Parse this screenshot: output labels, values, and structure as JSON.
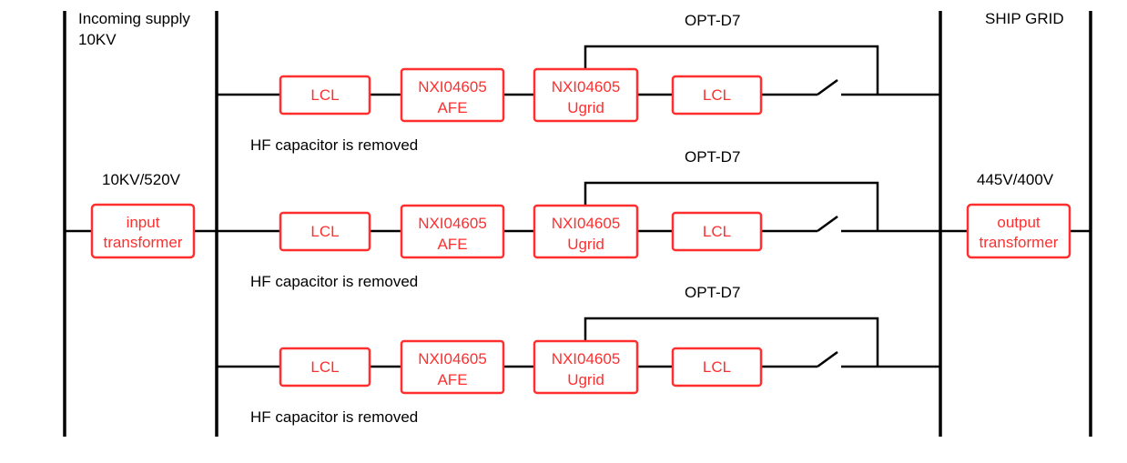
{
  "labels": {
    "incoming_line1": "Incoming supply",
    "incoming_line2": "10KV",
    "input_ratio": "10KV/520V",
    "ship_grid": "SHIP GRID",
    "output_ratio": "445V/400V"
  },
  "input_transformer": {
    "line1": "input",
    "line2": "transformer"
  },
  "output_transformer": {
    "line1": "output",
    "line2": "transformer"
  },
  "branches": [
    {
      "lcl_in": "LCL",
      "afe": [
        "NXI04605",
        "AFE"
      ],
      "ugrid": [
        "NXI04605",
        "Ugrid"
      ],
      "lcl_out": "LCL",
      "option": "OPT-D7",
      "note": "HF capacitor is removed"
    },
    {
      "lcl_in": "LCL",
      "afe": [
        "NXI04605",
        "AFE"
      ],
      "ugrid": [
        "NXI04605",
        "Ugrid"
      ],
      "lcl_out": "LCL",
      "option": "OPT-D7",
      "note": "HF capacitor is removed"
    },
    {
      "lcl_in": "LCL",
      "afe": [
        "NXI04605",
        "AFE"
      ],
      "ugrid": [
        "NXI04605",
        "Ugrid"
      ],
      "lcl_out": "LCL",
      "option": "OPT-D7",
      "note": "HF capacitor is removed"
    }
  ],
  "colors": {
    "block_stroke": "#ff2f2f",
    "wire": "#000000"
  }
}
